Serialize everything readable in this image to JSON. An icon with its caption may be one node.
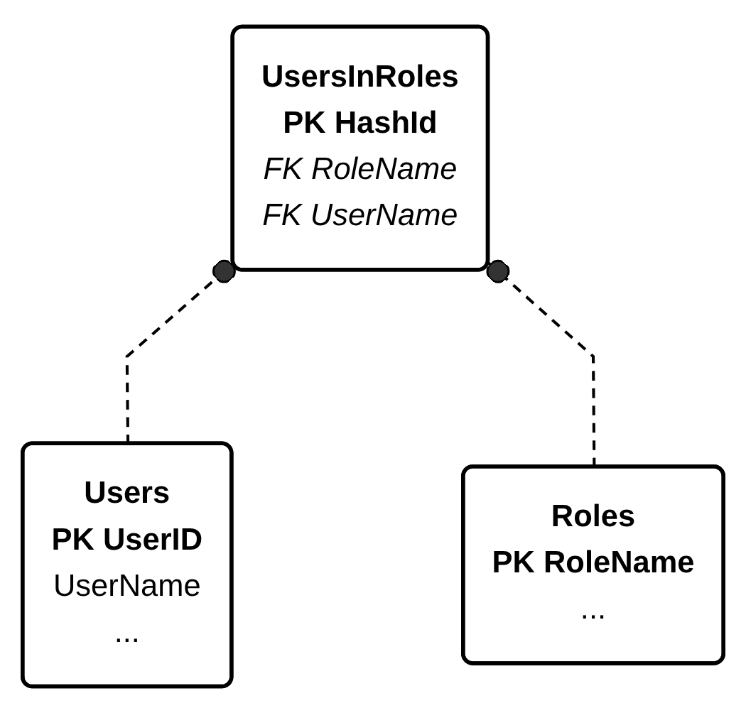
{
  "diagram": {
    "nodes": [
      {
        "text": [
          "UsersInRoles",
          "PK HashId",
          "FK RoleName",
          "FK UserName"
        ]
      },
      {
        "text": [
          "Users",
          "PK UserID",
          "UserName",
          "..."
        ]
      },
      {
        "text": [
          "Roles",
          "PK RoleName",
          "..."
        ]
      }
    ],
    "edges": [
      {
        "from": 1,
        "to": 0,
        "arrow": "other",
        "style": "dashed"
      },
      {
        "from": 2,
        "to": 0,
        "arrow": "other",
        "style": "dashed"
      }
    ]
  }
}
